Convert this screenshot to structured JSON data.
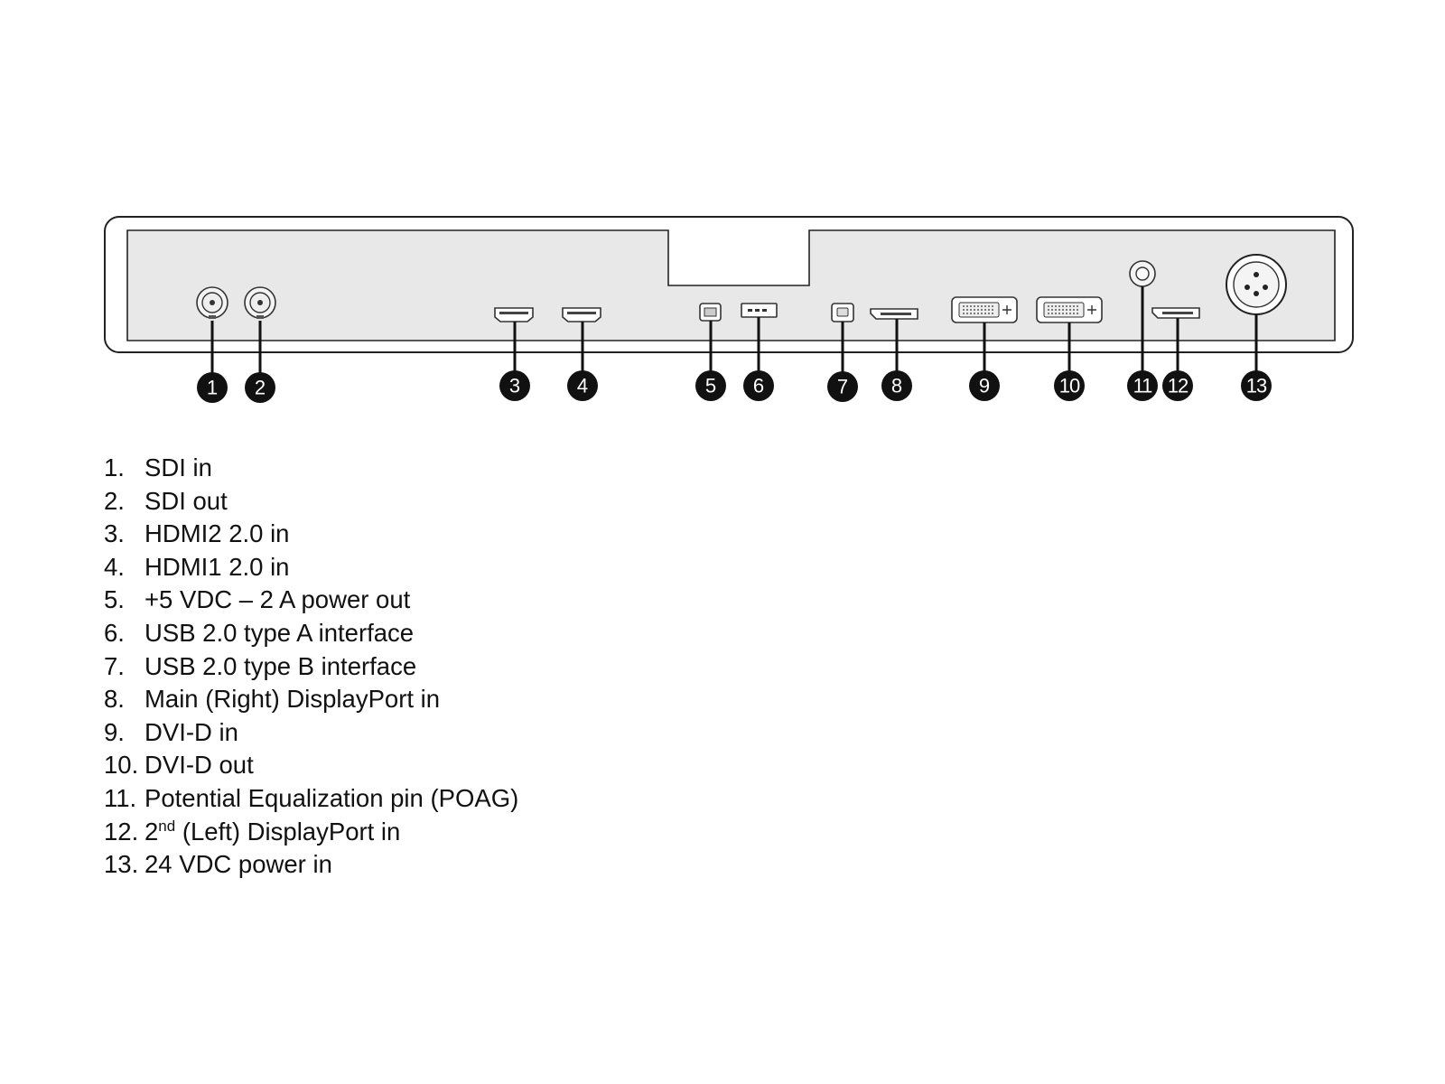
{
  "callouts": [
    "1",
    "2",
    "3",
    "4",
    "5",
    "6",
    "7",
    "8",
    "9",
    "10",
    "11",
    "12",
    "13"
  ],
  "legend": [
    {
      "num": "1.",
      "text": "SDI in"
    },
    {
      "num": "2.",
      "text": "SDI out"
    },
    {
      "num": "3.",
      "text": "HDMI2 2.0 in"
    },
    {
      "num": "4.",
      "text": "HDMI1 2.0 in"
    },
    {
      "num": "5.",
      "text": "+5 VDC – 2 A power out"
    },
    {
      "num": "6.",
      "text": "USB 2.0 type A interface"
    },
    {
      "num": "7.",
      "text": "USB 2.0 type B interface"
    },
    {
      "num": "8.",
      "text": "Main (Right) DisplayPort in"
    },
    {
      "num": "9.",
      "text": "DVI-D in"
    },
    {
      "num": "10.",
      "text": "DVI-D out"
    },
    {
      "num": "11.",
      "text": "Potential Equalization pin (POAG)"
    },
    {
      "num": "12.",
      "text_pre": "2",
      "text_sup": "nd",
      "text_post": " (Left) DisplayPort in"
    },
    {
      "num": "13.",
      "text": "24 VDC power in"
    }
  ],
  "colors": {
    "panel_fill": "#e8e8e8",
    "outline": "#222222",
    "callout_fill": "#111111",
    "callout_text": "#ffffff"
  }
}
